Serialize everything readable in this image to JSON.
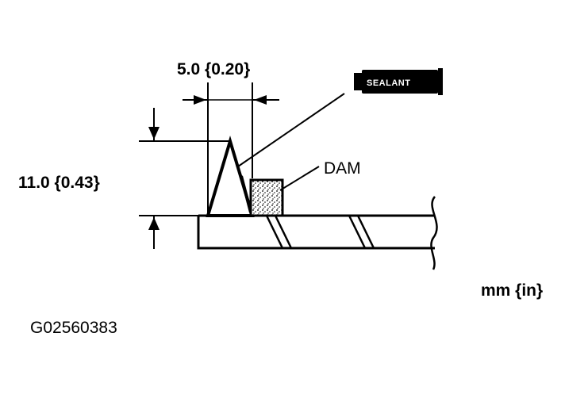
{
  "diagram": {
    "width_dim": "5.0 {0.20}",
    "height_dim": "11.0 {0.43}",
    "dam_label": "DAM",
    "tube_label": "SEALANT",
    "units": "mm {in}",
    "figure_id": "G02560383"
  },
  "colors": {
    "ink": "#000000",
    "paper": "#ffffff"
  }
}
